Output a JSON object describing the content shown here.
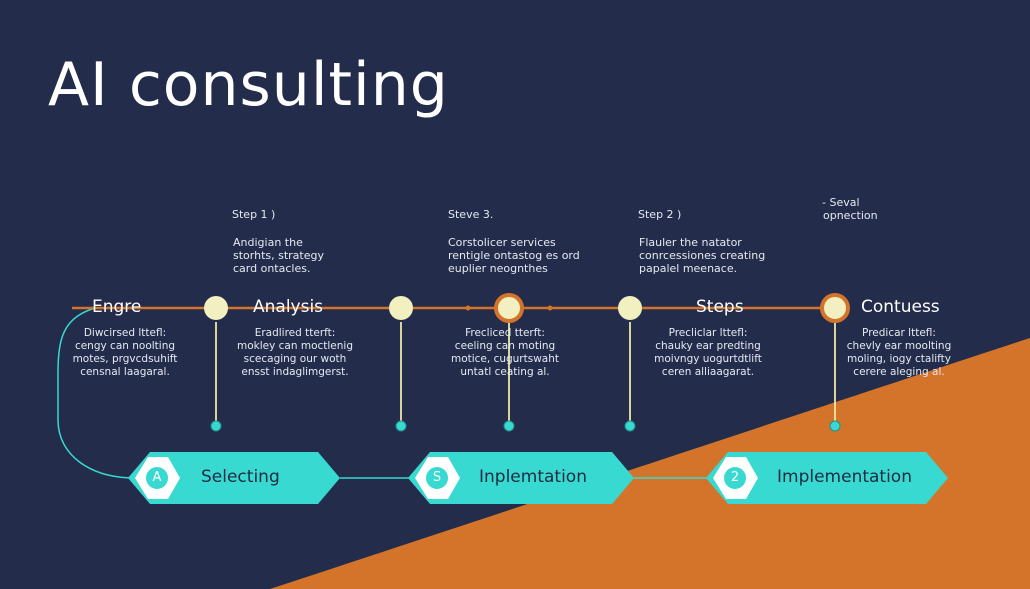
{
  "title": "AI consulting",
  "colors": {
    "background": "#232d4b",
    "accent_orange": "#d4742a",
    "node_fill": "#f2efc0",
    "teal": "#38d9d0"
  },
  "steps": [
    {
      "label": "Step 1 )",
      "desc": [
        "Andigian the",
        "storhts, strategy",
        "card ontacles."
      ]
    },
    {
      "label": "Steve 3.",
      "desc": [
        "Corstolicer services",
        "rentigle ontastog es ord",
        "euplier neognthes"
      ]
    },
    {
      "label": "Step 2 )",
      "desc": [
        "Flauler the natator",
        "conrcessiones creating",
        "papalel meenace."
      ]
    },
    {
      "label": "- Seval",
      "desc": [
        "opnection"
      ]
    }
  ],
  "nodes": [
    {
      "label": "Engre",
      "desc": [
        "Diwcirsed lttefl:",
        "cengy can noolting",
        "motes, prgvcdsuhift",
        "censnal laagaral."
      ]
    },
    {
      "label": "Analysis",
      "desc": [
        "Eradlired tterft:",
        "mokley can moctlenig",
        "scecaging our woth",
        "ensst indaglimgerst."
      ]
    },
    {
      "label": "",
      "desc": [
        "Frecliced tterft:",
        "ceeling can moting",
        "motice, cugurtswaht",
        "untatl ceating al."
      ]
    },
    {
      "label": "Steps",
      "desc": [
        "Precliclar lttefl:",
        "chauky ear predting",
        "moivngy uogurtdtlift",
        "ceren alliaagarat."
      ]
    },
    {
      "label": "Contuess",
      "desc": [
        "Predicar lttefl:",
        "chevly ear moolting",
        "moling, iogy ctalifty",
        "cerere aleging al."
      ]
    }
  ],
  "chevrons": [
    {
      "badge": "A",
      "label": "Selecting"
    },
    {
      "badge": "S",
      "label": "Inplemtation"
    },
    {
      "badge": "2",
      "label": "Implementation"
    }
  ]
}
